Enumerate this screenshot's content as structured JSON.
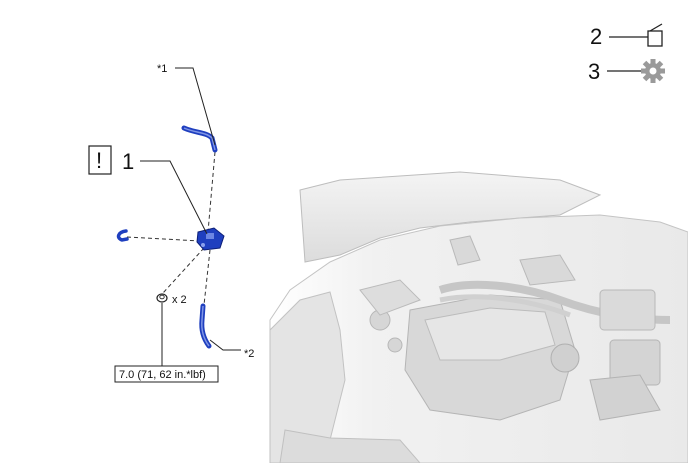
{
  "labels": {
    "star1": "*1",
    "star2": "*2",
    "part1": "1",
    "caution": "!",
    "qty": "x 2",
    "torque": "7.0 (71, 62 in.*lbf)",
    "legend2": "2",
    "legend3": "3"
  },
  "icons": {
    "legend2": "grease-can-icon",
    "legend3": "gear-icon",
    "caution": "caution-icon"
  },
  "colors": {
    "part_blue": "#1f3fbf",
    "line": "#222222",
    "engine_gray": "#c8c8c8"
  }
}
